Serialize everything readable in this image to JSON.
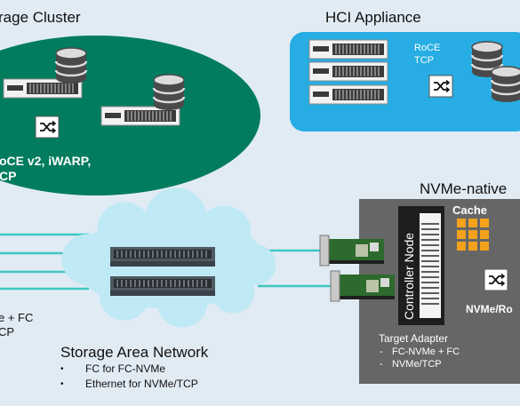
{
  "storage_cluster": {
    "title": "rage Cluster",
    "protocols_line1": "oCE v2, iWARP,",
    "protocols_line2": "CP"
  },
  "hci_appliance": {
    "title": "HCI Appliance",
    "protocol_line1": "RoCE",
    "protocol_line2": "TCP"
  },
  "nvme_native": {
    "title": "NVMe-native",
    "controller_label": "Controller Node",
    "cache_label": "Cache",
    "switch_label": "NVMe/Ro",
    "adapter_title": "Target Adapter",
    "adapter_items": [
      "FC-NVMe + FC",
      "NVMe/TCP"
    ]
  },
  "san": {
    "title": "Storage Area Network",
    "items": [
      "FC for FC-NVMe",
      "Ethernet for NVMe/TCP"
    ]
  },
  "host_left": {
    "line1": "e + FC",
    "line2": "CP"
  },
  "colors": {
    "background": "#e1ebf4",
    "cluster_green": "#027c5e",
    "hci_blue": "#27ade3",
    "san_cloud": "#bfe9f5",
    "array_gray": "#666666",
    "cache_orange": "#f4a21d",
    "link_teal": "#3fc7c2"
  }
}
